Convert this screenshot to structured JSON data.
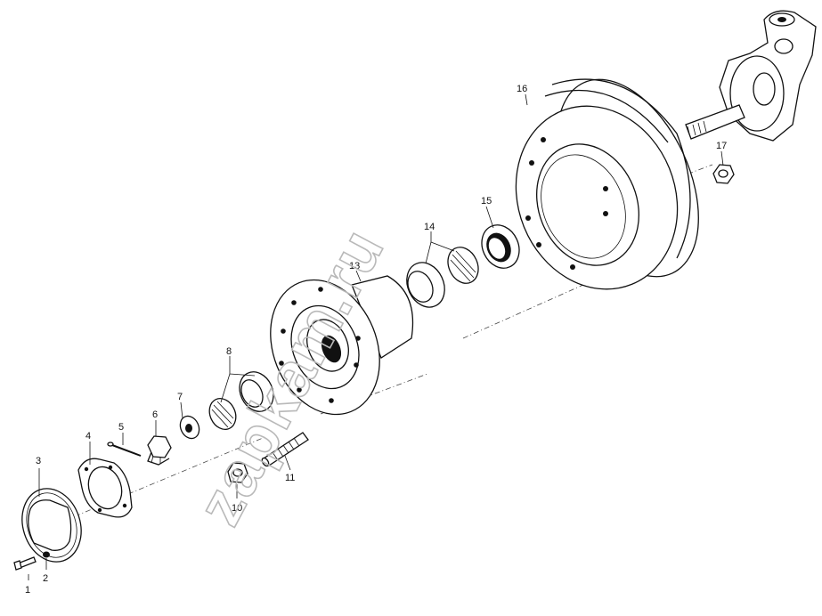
{
  "diagram": {
    "watermark": "zapkam.ru",
    "parts": [
      {
        "id": "part-1",
        "label": "1"
      },
      {
        "id": "part-2",
        "label": "2"
      },
      {
        "id": "part-3",
        "label": "3"
      },
      {
        "id": "part-4",
        "label": "4"
      },
      {
        "id": "part-5",
        "label": "5"
      },
      {
        "id": "part-6",
        "label": "6"
      },
      {
        "id": "part-7",
        "label": "7"
      },
      {
        "id": "part-8",
        "label": "8"
      },
      {
        "id": "part-10",
        "label": "10"
      },
      {
        "id": "part-11",
        "label": "11"
      },
      {
        "id": "part-13",
        "label": "13"
      },
      {
        "id": "part-14",
        "label": "14"
      },
      {
        "id": "part-15",
        "label": "15"
      },
      {
        "id": "part-16",
        "label": "16"
      },
      {
        "id": "part-17",
        "label": "17"
      }
    ]
  }
}
